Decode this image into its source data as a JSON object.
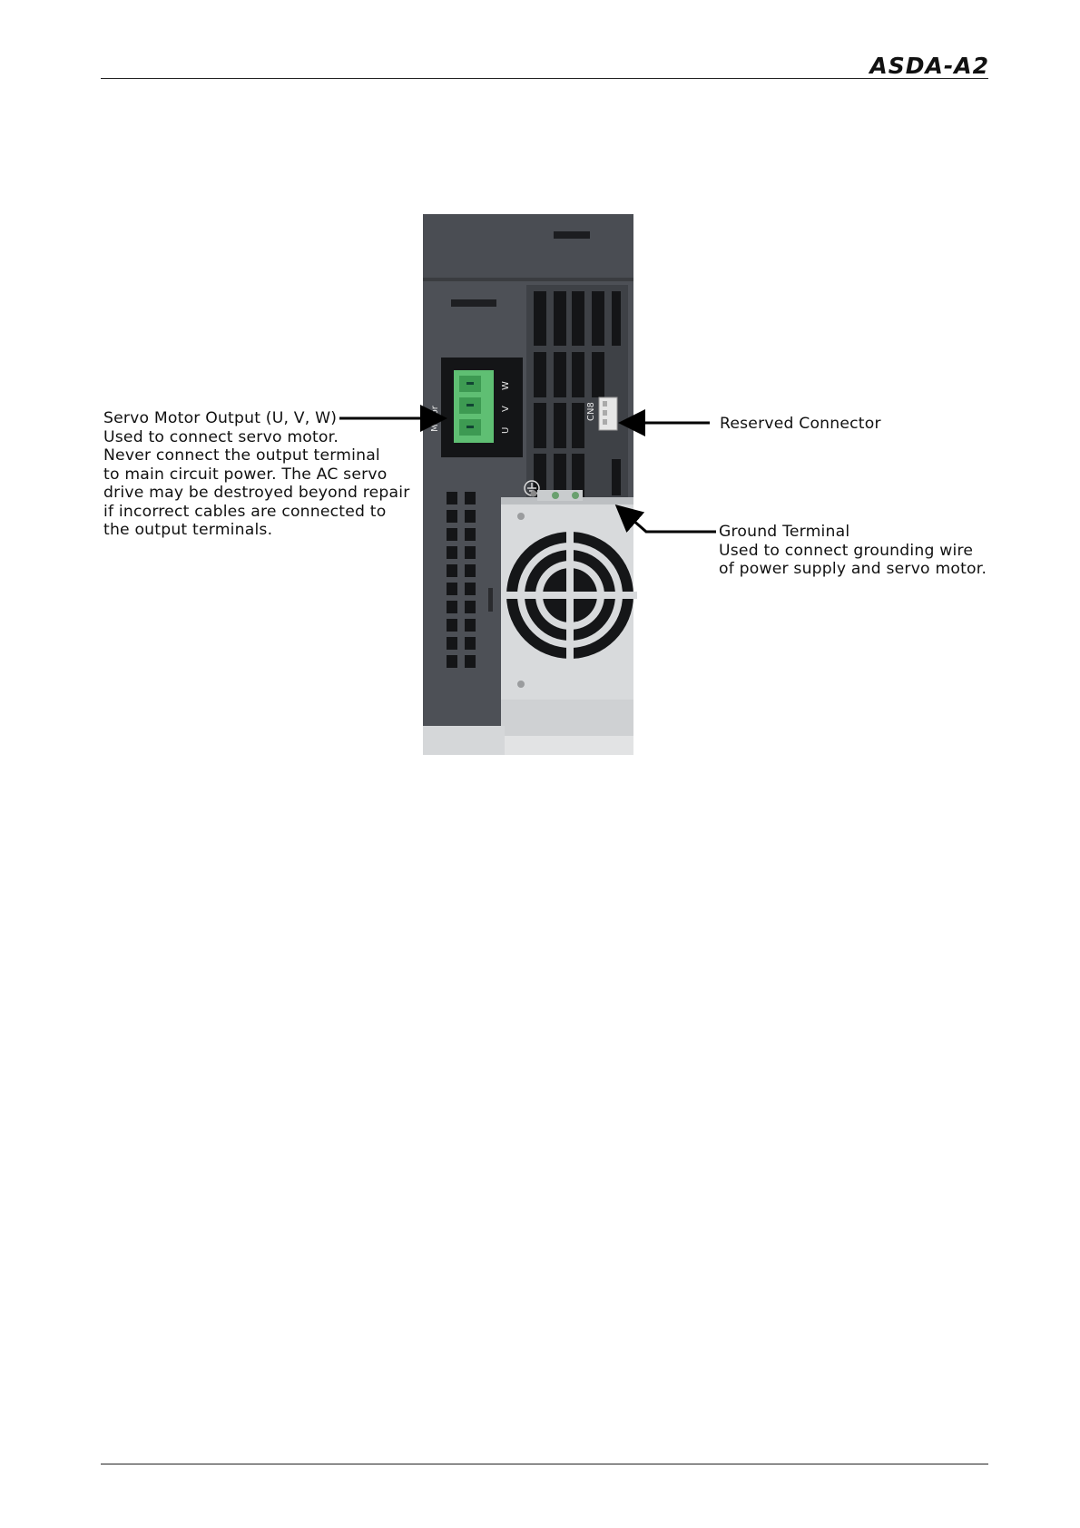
{
  "header": {
    "logo_text": "ASDA-A2"
  },
  "figure": {
    "panel_labels": {
      "motor": "Motor",
      "u": "U",
      "v": "V",
      "w": "W",
      "cn8": "CN8"
    },
    "colors": {
      "housing": "#4d5056",
      "housing_dark": "#3e4146",
      "terminal_green": "#5fbf73",
      "metal_plate": "#d8dadc"
    },
    "icons": [
      "ground-symbol-icon",
      "cooling-fan-icon",
      "arrow-icon"
    ]
  },
  "callouts": {
    "servo_motor_output": {
      "lines": [
        "Servo Motor Output (U, V, W)",
        "Used to connect servo motor.",
        "Never connect the output terminal",
        "to main circuit power. The AC servo",
        "drive may be destroyed beyond repair",
        "if incorrect cables are connected to",
        "the output terminals."
      ]
    },
    "reserved_connector": {
      "lines": [
        "Reserved Connector"
      ]
    },
    "ground_terminal": {
      "lines": [
        "Ground Terminal",
        "Used to connect grounding wire",
        "of power supply and servo motor."
      ]
    }
  }
}
